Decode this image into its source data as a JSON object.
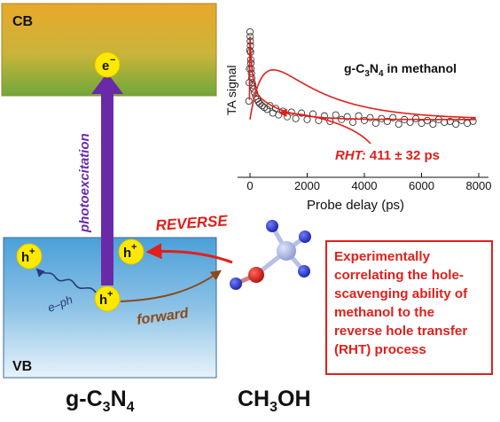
{
  "bands": {
    "cb_label": "CB",
    "vb_label": "VB"
  },
  "carriers": {
    "electron": "e",
    "electron_sup": "−",
    "hole": "h",
    "hole_sup": "+"
  },
  "arrows": {
    "photoexcitation": "photoexcitation",
    "e_ph": "e–ph",
    "forward": "forward",
    "reverse": "REVERSE"
  },
  "inset": {
    "title_main": "g-C",
    "title_sub1": "3",
    "title_mid": "N",
    "title_sub2": "4",
    "title_tail": " in methanol",
    "ylabel": "TA signal",
    "xlabel": "Probe delay (ps)",
    "rht_prefix": "RHT:",
    "rht_value": " 411 ± 32 ps"
  },
  "callout": {
    "text": "Experimentally correlating the hole-scavenging ability of methanol to the reverse hole transfer (RHT) process"
  },
  "bottom": {
    "left_main": "g-C",
    "left_sub1": "3",
    "left_mid": "N",
    "left_sub2": "4",
    "right_main": "CH",
    "right_sub": "3",
    "right_tail": "OH"
  },
  "colors": {
    "purple": "#6a2aa8",
    "red": "#e0201b",
    "brown": "#8a4a1c",
    "yellow": "#ffe900",
    "navy": "#1a2a5a"
  },
  "chart_data": {
    "type": "scatter",
    "xlabel": "Probe delay (ps)",
    "ylabel": "TA signal",
    "xlim": [
      -500,
      8500
    ],
    "ticks_x": [
      0,
      2000,
      4000,
      6000,
      8000
    ],
    "tick_labels_x": [
      "0",
      "2000",
      "4000",
      "6000",
      "8000"
    ],
    "annotation": "RHT: 411 ± 32 ps",
    "series": [
      {
        "values": [
          [
            -40,
            0.25
          ],
          [
            -30,
            0.45
          ],
          [
            -20,
            0.6
          ],
          [
            -10,
            0.8
          ],
          [
            0,
            1.0
          ],
          [
            5,
            0.95
          ],
          [
            10,
            0.9
          ],
          [
            15,
            0.85
          ],
          [
            20,
            0.78
          ],
          [
            25,
            0.7
          ],
          [
            30,
            0.66
          ],
          [
            40,
            0.6
          ],
          [
            50,
            0.55
          ],
          [
            60,
            0.5
          ],
          [
            80,
            0.45
          ],
          [
            100,
            0.42
          ],
          [
            130,
            0.38
          ],
          [
            160,
            0.34
          ],
          [
            200,
            0.3
          ],
          [
            250,
            0.27
          ],
          [
            300,
            0.24
          ],
          [
            350,
            0.22
          ],
          [
            420,
            0.2
          ],
          [
            500,
            0.18
          ],
          [
            600,
            0.16
          ],
          [
            700,
            0.2
          ],
          [
            800,
            0.12
          ],
          [
            900,
            0.17
          ],
          [
            1000,
            0.1
          ],
          [
            1150,
            0.14
          ],
          [
            1300,
            0.08
          ],
          [
            1450,
            0.13
          ],
          [
            1600,
            0.06
          ],
          [
            1800,
            0.12
          ],
          [
            2000,
            0.05
          ],
          [
            2200,
            0.11
          ],
          [
            2400,
            0.04
          ],
          [
            2600,
            0.09
          ],
          [
            2800,
            0.03
          ],
          [
            3000,
            0.1
          ],
          [
            3200,
            0.05
          ],
          [
            3400,
            0.08
          ],
          [
            3600,
            0.02
          ],
          [
            3800,
            0.09
          ],
          [
            4000,
            0.04
          ],
          [
            4200,
            0.07
          ],
          [
            4400,
            0.01
          ],
          [
            4600,
            0.06
          ],
          [
            4800,
            0.03
          ],
          [
            5000,
            0.07
          ],
          [
            5200,
            0.0
          ],
          [
            5400,
            0.05
          ],
          [
            5600,
            0.02
          ],
          [
            5800,
            0.06
          ],
          [
            6000,
            0.01
          ],
          [
            6200,
            0.04
          ],
          [
            6400,
            0.0
          ],
          [
            6600,
            0.05
          ],
          [
            6800,
            0.02
          ],
          [
            7000,
            0.03
          ],
          [
            7200,
            0.0
          ],
          [
            7400,
            0.04
          ],
          [
            7600,
            0.01
          ],
          [
            7800,
            0.03
          ]
        ]
      }
    ]
  }
}
